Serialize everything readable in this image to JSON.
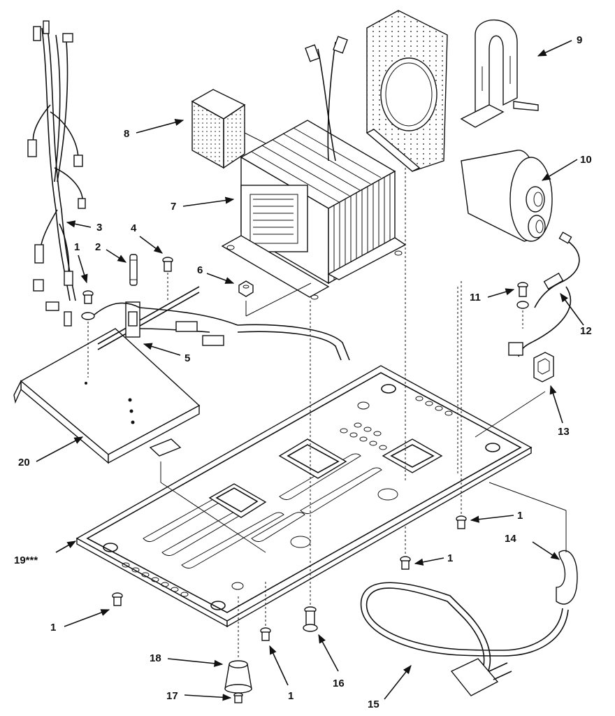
{
  "callouts": [
    {
      "id": "c1a",
      "text": "1"
    },
    {
      "id": "c2",
      "text": "2"
    },
    {
      "id": "c3",
      "text": "3"
    },
    {
      "id": "c4",
      "text": "4"
    },
    {
      "id": "c5",
      "text": "5"
    },
    {
      "id": "c6",
      "text": "6"
    },
    {
      "id": "c7",
      "text": "7"
    },
    {
      "id": "c8",
      "text": "8"
    },
    {
      "id": "c9",
      "text": "9"
    },
    {
      "id": "c10",
      "text": "10"
    },
    {
      "id": "c11",
      "text": "11"
    },
    {
      "id": "c12",
      "text": "12"
    },
    {
      "id": "c13",
      "text": "13"
    },
    {
      "id": "c1b",
      "text": "1"
    },
    {
      "id": "c14",
      "text": "14"
    },
    {
      "id": "c1c",
      "text": "1"
    },
    {
      "id": "c19",
      "text": "19***"
    },
    {
      "id": "c20",
      "text": "20"
    },
    {
      "id": "c1d",
      "text": "1"
    },
    {
      "id": "c18",
      "text": "18"
    },
    {
      "id": "c17",
      "text": "17"
    },
    {
      "id": "c1e",
      "text": "1"
    },
    {
      "id": "c16",
      "text": "16"
    },
    {
      "id": "c15",
      "text": "15"
    }
  ]
}
